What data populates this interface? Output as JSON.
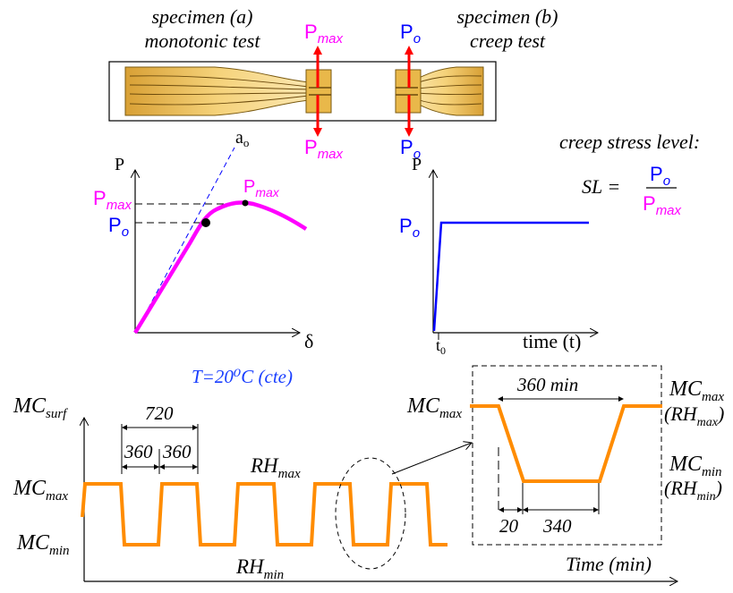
{
  "colors": {
    "magenta": "#ff00ff",
    "blue": "#0000ff",
    "orange": "#ff8c00",
    "red": "#ff0000",
    "black": "#000000",
    "wood": "#e9b84a"
  },
  "specimens": {
    "a_line1": "specimen (a)",
    "a_line2": "monotonic test",
    "b_line1": "specimen (b)",
    "b_line2": "creep test",
    "pmax_base": "P",
    "pmax_sub": "max",
    "po_base": "P",
    "po_sub": "o"
  },
  "monotonic_plot": {
    "y_label": "P",
    "x_label": "δ",
    "a0_base": "a",
    "a0_sub": "o",
    "pmax_base": "P",
    "pmax_sub": "max",
    "po_base": "P",
    "po_sub": "o",
    "peak_base": "P",
    "peak_sub": "max"
  },
  "creep_plot": {
    "y_label": "P",
    "po_base": "P",
    "po_sub": "o",
    "t0_base": "t",
    "t0_sub": "0",
    "x_label": "time (t)"
  },
  "stress_level": {
    "title": "creep stress level:",
    "lhs": "SL =",
    "num_base": "P",
    "num_sub": "o",
    "den_base": "P",
    "den_sub": "max"
  },
  "temperature": "T=20⁰C (cte)",
  "cycle_plot": {
    "y_base": "MC",
    "y_sub": "surf",
    "mcmax_base": "MC",
    "mcmax_sub": "max",
    "mcmin_base": "MC",
    "mcmin_sub": "min",
    "rhmax_base": "RH",
    "rhmax_sub": "max",
    "rhmin_base": "RH",
    "rhmin_sub": "min",
    "period": "720",
    "half1": "360",
    "half2": "360",
    "x_label": "Time (min)"
  },
  "detail": {
    "duration": "360 min",
    "mcmax_base": "MC",
    "mcmax_sub": "max",
    "right_mcmax_base": "MC",
    "right_mcmax_sub": "max",
    "right_rhmax": "(RH",
    "right_rhmax_sub": "max",
    "right_mcmin_base": "MC",
    "right_mcmin_sub": "min",
    "right_rhmin": "(RH",
    "right_rhmin_sub": "min",
    "close_paren": ")",
    "ramp": "20",
    "hold": "340"
  }
}
